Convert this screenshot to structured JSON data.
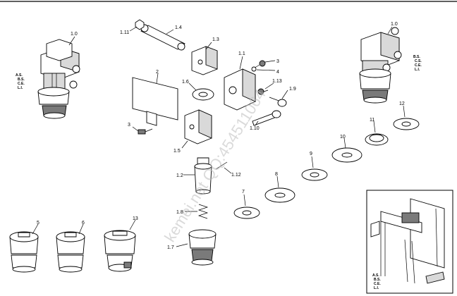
{
  "callouts": {
    "c1_0_left": "1.0",
    "c1_0_right": "1.0",
    "c1_1": "1.1",
    "c1_2": "1.2",
    "c1_3": "1.3",
    "c1_4": "1.4",
    "c1_5": "1.5",
    "c1_6": "1.6",
    "c1_7": "1.7",
    "c1_8": "1.8",
    "c1_9": "1.9",
    "c1_10": "1.10",
    "c1_11": "1.11",
    "c1_12": "1.12",
    "c1_13": "1.13",
    "c2": "2",
    "c3_top": "3",
    "c3_left": "3",
    "c4": "4",
    "c5": "5",
    "c6": "6",
    "c7": "7",
    "c8": "8",
    "c9": "9",
    "c10": "10",
    "c11": "11",
    "c12": "12",
    "c13": "13"
  },
  "codes_left": [
    "A.S.",
    "B.S.",
    "C.E.",
    "L.I."
  ],
  "codes_right": [
    "B.S.",
    "C.S.",
    "C.E.",
    "L.I."
  ],
  "codes_inset": [
    "A.S.",
    "B.S.",
    "C.E.",
    "L.I."
  ],
  "watermark": "kemei.net QQ:454511064"
}
